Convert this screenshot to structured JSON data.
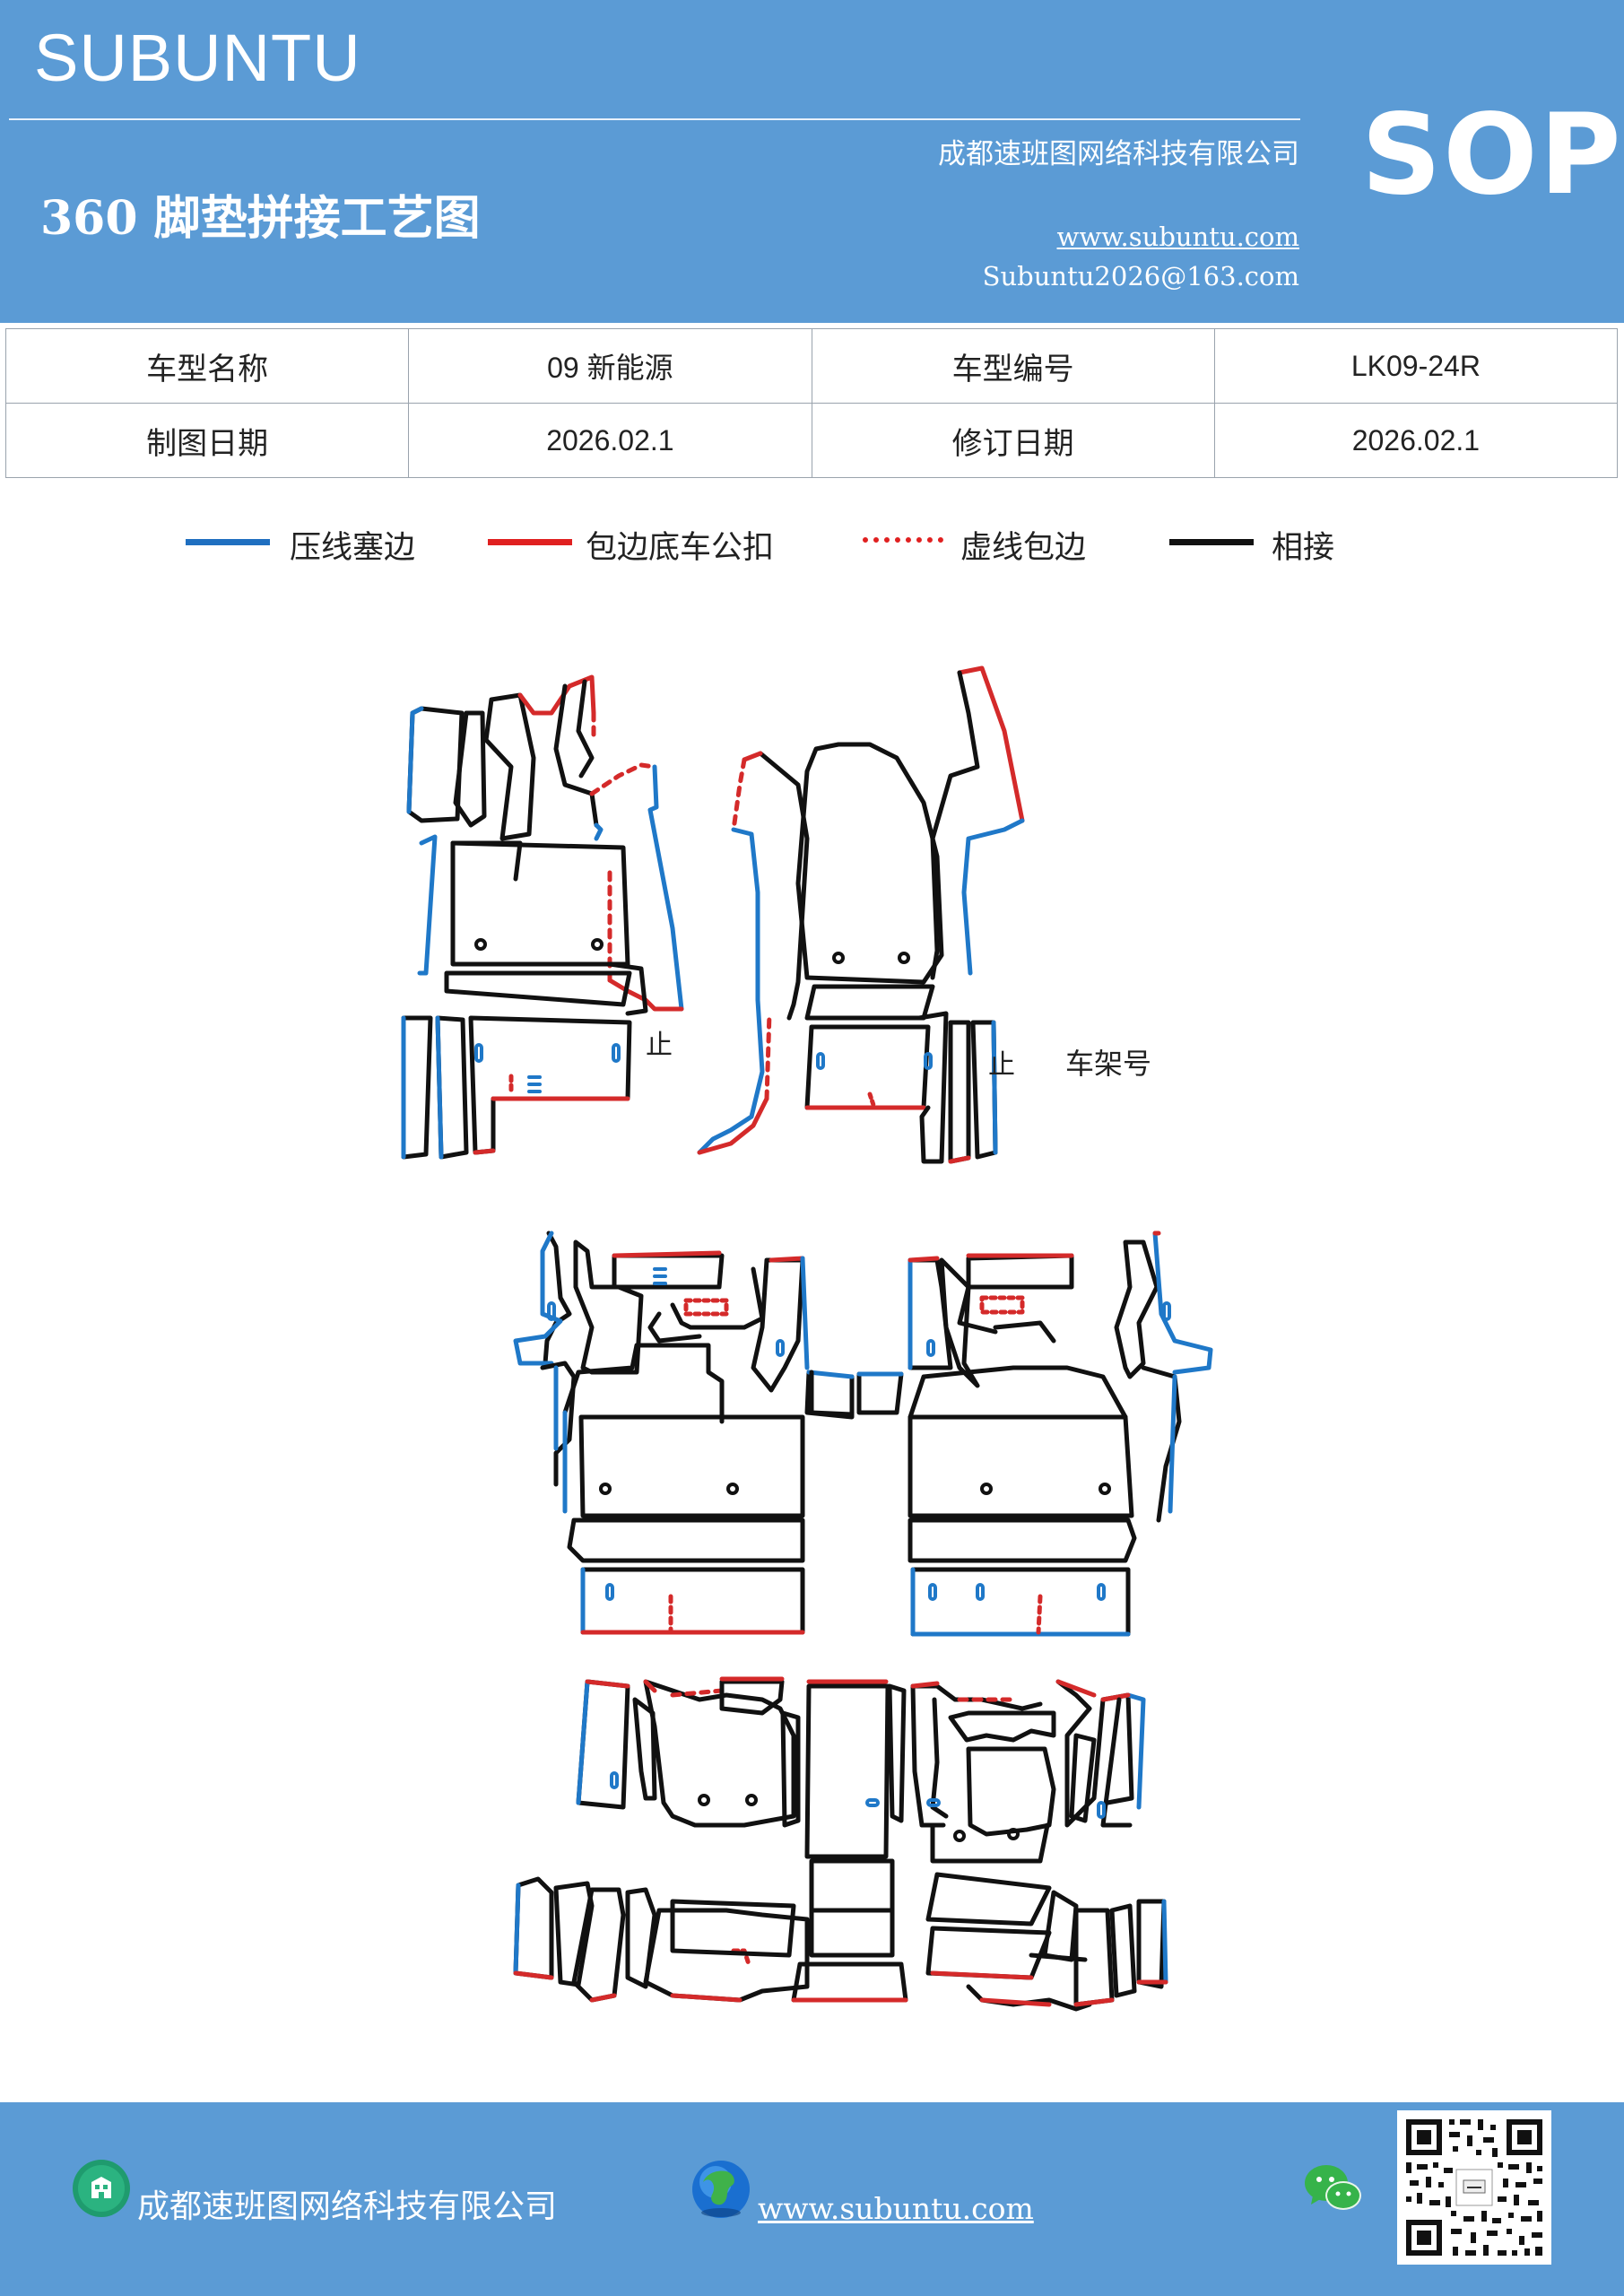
{
  "header": {
    "brand": "SUBUNTU",
    "title": "360 脚垫拼接工艺图",
    "company": "成都速班图网络科技有限公司",
    "website": "www.subuntu.com",
    "email": "Subuntu2026@163.com",
    "badge": "SOP"
  },
  "info_table": {
    "rows": [
      [
        {
          "text": "车型名称"
        },
        {
          "text": "09 新能源"
        },
        {
          "text": "车型编号"
        },
        {
          "text": "LK09-24R"
        }
      ],
      [
        {
          "text": "制图日期"
        },
        {
          "text": "2026.02.1"
        },
        {
          "text": "修订日期"
        },
        {
          "text": "2026.02.1"
        }
      ]
    ]
  },
  "legend": [
    {
      "label": "压线塞边",
      "color": "#1f6fc0",
      "style": "solid"
    },
    {
      "label": "包边底车公扣",
      "color": "#e02020",
      "style": "solid"
    },
    {
      "label": "虚线包边",
      "color": "#e02020",
      "style": "dotted"
    },
    {
      "label": "相接",
      "color": "#111111",
      "style": "solid"
    }
  ],
  "diagram": {
    "labels": {
      "stop_left": "止",
      "stop_right": "止",
      "vin": "车架号"
    },
    "colors": {
      "blue": "#1f78c8",
      "red": "#d42a2a",
      "black": "#111111"
    }
  },
  "footer": {
    "company": "成都速班图网络科技有限公司",
    "website": "www.subuntu.com",
    "icons": [
      "building-icon",
      "globe-icon",
      "wechat-icon",
      "qr-code"
    ]
  }
}
